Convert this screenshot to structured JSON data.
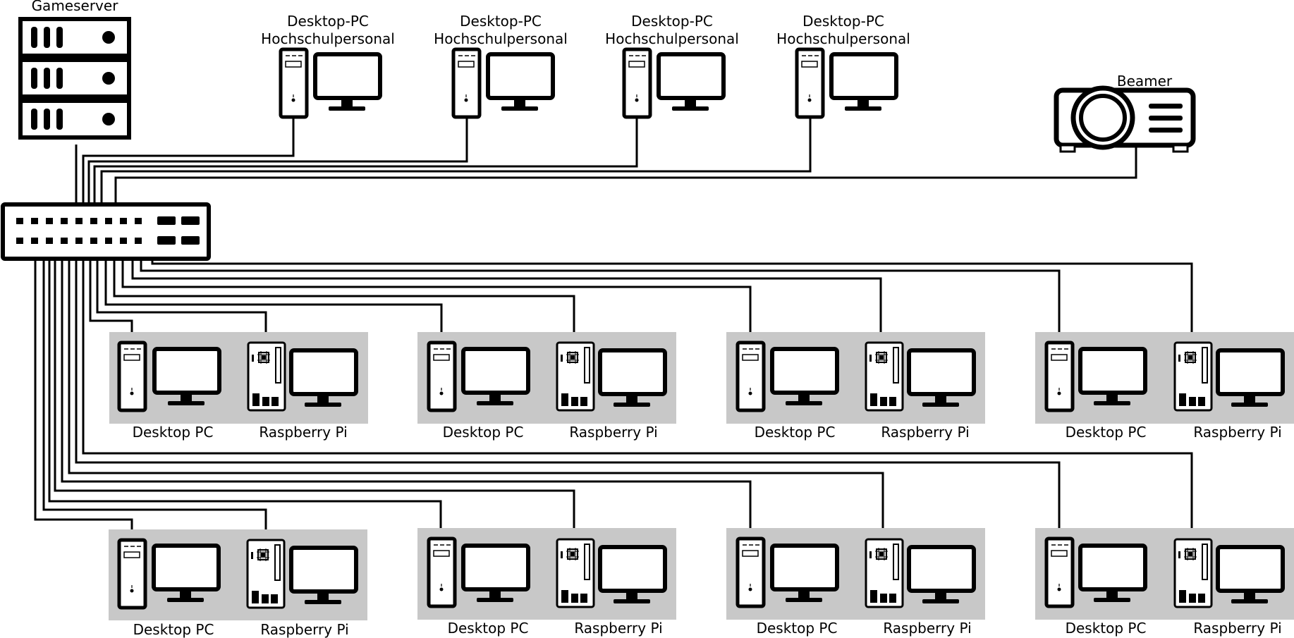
{
  "title": "Gameserver",
  "staff_pcs": [
    {
      "line1": "Desktop-PC",
      "line2": "Hochschulpersonal"
    },
    {
      "line1": "Desktop-PC",
      "line2": "Hochschulpersonal"
    },
    {
      "line1": "Desktop-PC",
      "line2": "Hochschulpersonal"
    },
    {
      "line1": "Desktop-PC",
      "line2": "Hochschulpersonal"
    }
  ],
  "projector_label": "Beamer",
  "stations": [
    {
      "pc_label": "Desktop PC",
      "pi_label": "Raspberry Pi"
    },
    {
      "pc_label": "Desktop PC",
      "pi_label": "Raspberry Pi"
    },
    {
      "pc_label": "Desktop PC",
      "pi_label": "Raspberry Pi"
    },
    {
      "pc_label": "Desktop PC",
      "pi_label": "Raspberry Pi"
    },
    {
      "pc_label": "Desktop PC",
      "pi_label": "Raspberry Pi"
    },
    {
      "pc_label": "Desktop PC",
      "pi_label": "Raspberry Pi"
    },
    {
      "pc_label": "Desktop PC",
      "pi_label": "Raspberry Pi"
    },
    {
      "pc_label": "Desktop PC",
      "pi_label": "Raspberry Pi"
    }
  ],
  "icons": [
    "server-icon",
    "network-switch-icon",
    "desktop-pc-icon",
    "monitor-icon",
    "raspberry-pi-icon",
    "projector-icon"
  ],
  "colors": {
    "station_background": "#c8c8c8",
    "stroke": "#000000"
  }
}
